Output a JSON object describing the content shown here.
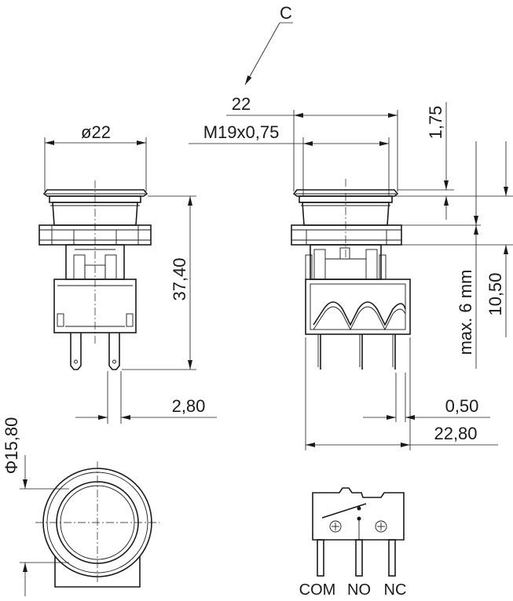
{
  "labels": {
    "section_marker": "C",
    "front_diameter": "ø22",
    "front_height": "37,40",
    "terminal_pitch": "2,80",
    "body_diameter": "Φ15,80",
    "side_width": "22",
    "thread": "M19x0,75",
    "bezel_height": "1,75",
    "flange_offset": "0,50",
    "panel_thickness": "max. 6 mm",
    "mount_depth": "10,50",
    "side_length": "22,80"
  },
  "terminals": {
    "com": "COM",
    "no": "NO",
    "nc": "NC"
  }
}
